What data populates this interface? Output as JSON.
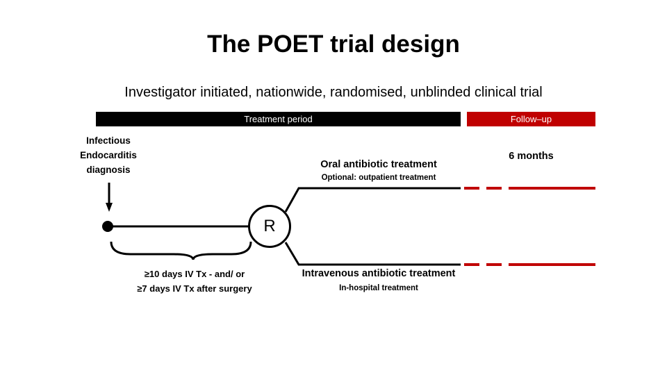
{
  "title": "The POET trial design",
  "subtitle": "Investigator initiated, nationwide, randomised, unblinded clinical trial",
  "bars": {
    "treatment": {
      "label": "Treatment period",
      "color": "#000000"
    },
    "followup": {
      "label": "Follow–up",
      "color": "#c00000"
    }
  },
  "diagram": {
    "diagnosis": "Infectious\nEndocarditis\ndiagnosis",
    "diagnosis_lines": [
      "Infectious",
      "Endocarditis",
      "diagnosis"
    ],
    "randomization_marker": "R",
    "arms": {
      "oral": {
        "label": "Oral antibiotic treatment",
        "sublabel": "Optional: outpatient treatment"
      },
      "intravenous": {
        "label": "Intravenous antibiotic treatment",
        "sublabel": "In-hospital treatment"
      }
    },
    "followup_duration": "6 months",
    "inclusion_criteria_lines": [
      "≥10 days IV Tx - and/ or",
      "≥7 days IV Tx after surgery"
    ]
  },
  "colors": {
    "accent_red": "#c00000",
    "line_black": "#000000",
    "background": "#ffffff"
  }
}
